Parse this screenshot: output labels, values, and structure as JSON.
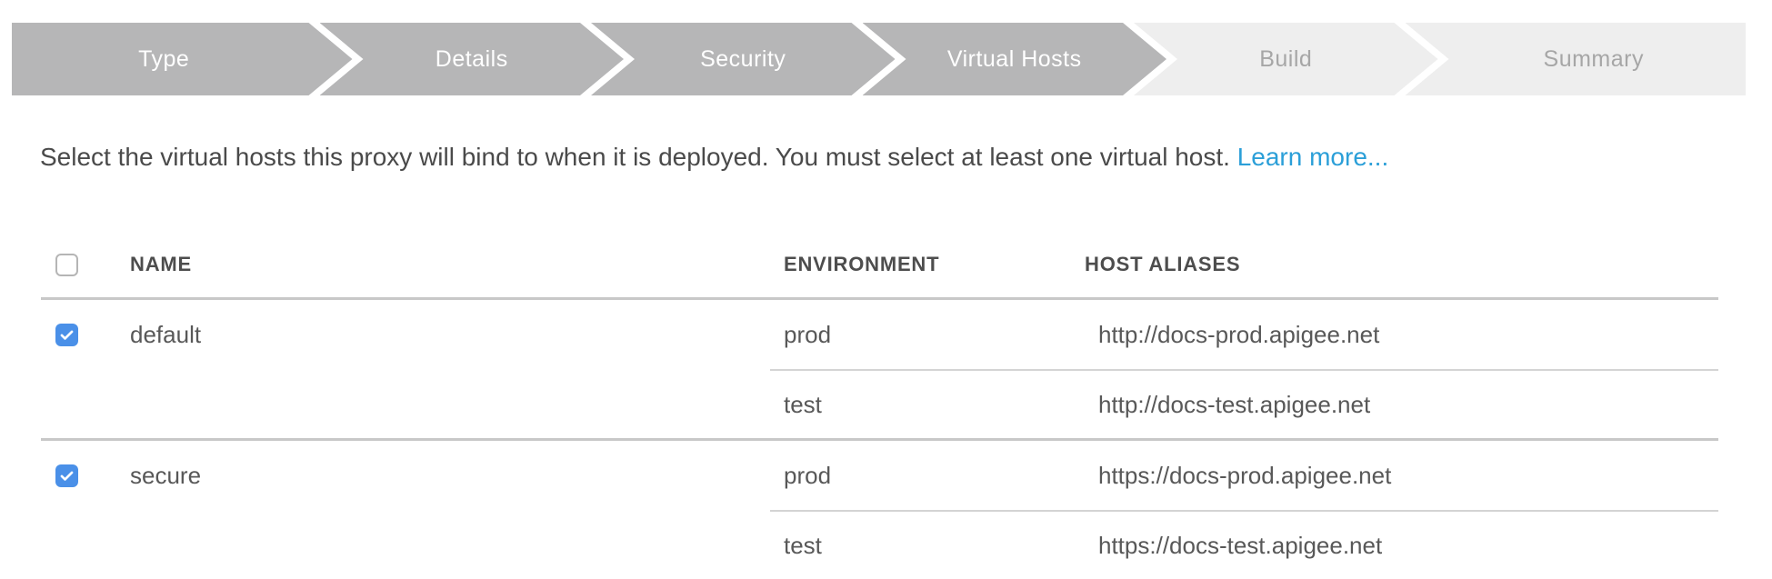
{
  "stepper": {
    "steps": [
      {
        "label": "Type",
        "state": "active"
      },
      {
        "label": "Details",
        "state": "active"
      },
      {
        "label": "Security",
        "state": "active"
      },
      {
        "label": "Virtual Hosts",
        "state": "active"
      },
      {
        "label": "Build",
        "state": "inactive"
      },
      {
        "label": "Summary",
        "state": "inactive"
      }
    ]
  },
  "description": {
    "text": "Select the virtual hosts this proxy will bind to when it is deployed. You must select at least one virtual host.",
    "link_label": "Learn more..."
  },
  "table": {
    "headers": {
      "name": "NAME",
      "environment": "ENVIRONMENT",
      "host_aliases": "HOST ALIASES"
    },
    "select_all_checked": false,
    "rows": [
      {
        "name": "default",
        "checked": true,
        "bindings": [
          {
            "environment": "prod",
            "host_alias": "http://docs-prod.apigee.net"
          },
          {
            "environment": "test",
            "host_alias": "http://docs-test.apigee.net"
          }
        ]
      },
      {
        "name": "secure",
        "checked": true,
        "bindings": [
          {
            "environment": "prod",
            "host_alias": "https://docs-prod.apigee.net"
          },
          {
            "environment": "test",
            "host_alias": "https://docs-test.apigee.net"
          }
        ]
      }
    ]
  },
  "colors": {
    "step_active_bg": "#b6b6b7",
    "step_inactive_bg": "#eeeeee",
    "link": "#2b9fd8",
    "checkbox_checked": "#4a90e8"
  }
}
